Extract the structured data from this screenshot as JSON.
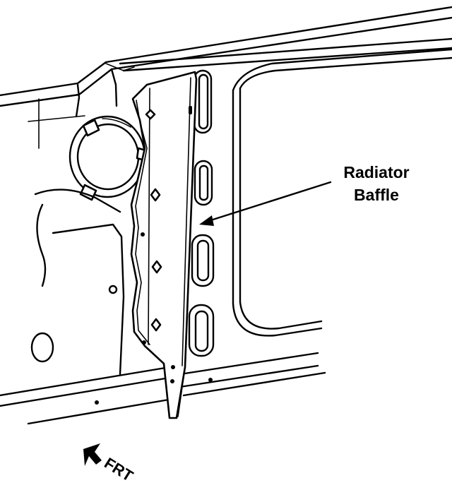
{
  "callout": {
    "line1": "Radiator",
    "line2": "Baffle"
  },
  "direction_marker": {
    "label": "FRT",
    "icon": "arrow-icon"
  },
  "colors": {
    "ink": "#000000",
    "paper": "#ffffff"
  }
}
